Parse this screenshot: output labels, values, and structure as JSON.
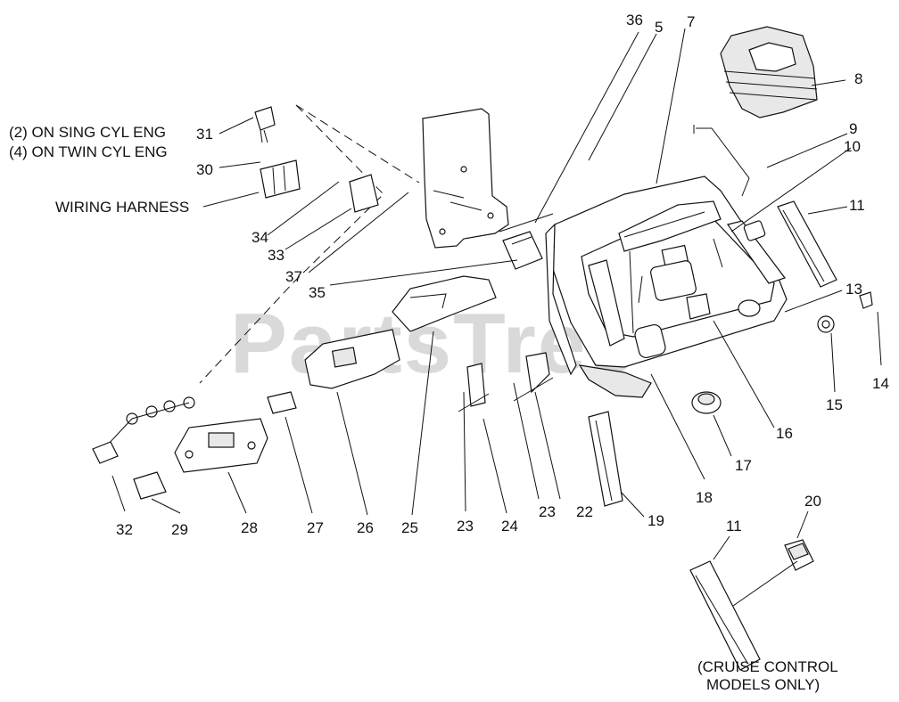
{
  "watermark": "PartsTree",
  "notes": {
    "sing_cyl": "(2) ON SING CYL ENG",
    "twin_cyl": "(4) ON TWIN CYL ENG",
    "wiring_harness": "WIRING HARNESS",
    "cruise_line1": "(CRUISE CONTROL",
    "cruise_line2": "MODELS ONLY)"
  },
  "callouts": {
    "c36": "36",
    "c5": "5",
    "c7": "7",
    "c8": "8",
    "c9": "9",
    "c10": "10",
    "c11a": "11",
    "c13": "13",
    "c14": "14",
    "c15": "15",
    "c16": "16",
    "c17": "17",
    "c18": "18",
    "c19": "19",
    "c20": "20",
    "c11b": "11",
    "c22": "22",
    "c23a": "23",
    "c23b": "23",
    "c24": "24",
    "c25": "25",
    "c26": "26",
    "c27": "27",
    "c28": "28",
    "c29": "29",
    "c32": "32",
    "c31": "31",
    "c30": "30",
    "c34": "34",
    "c33": "33",
    "c37": "37",
    "c35": "35"
  }
}
